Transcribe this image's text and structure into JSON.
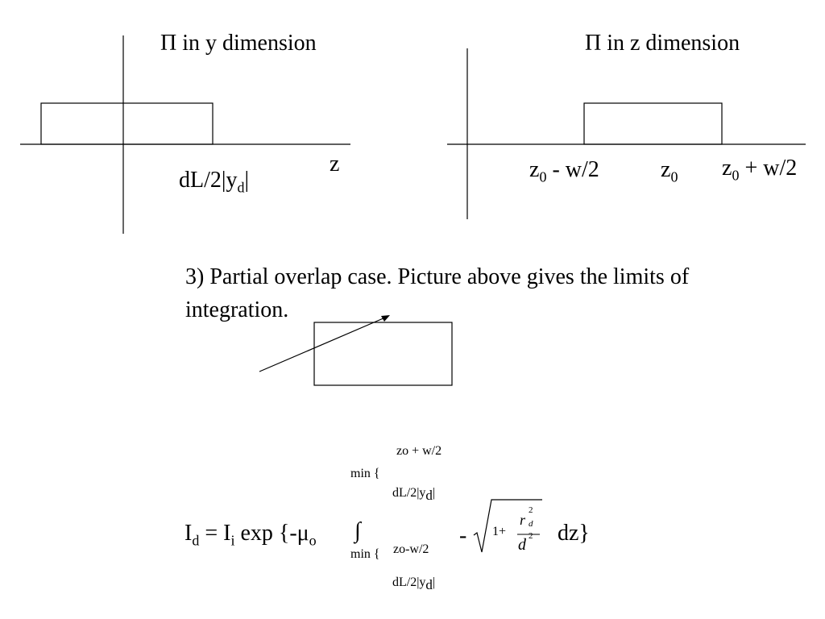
{
  "left_plot": {
    "title": "Π  in y dimension",
    "axis_label": "z",
    "width_label": "dL/2|y",
    "width_label_sub": "d",
    "width_label_end": "|"
  },
  "right_plot": {
    "title": "Π  in z dimension",
    "tick_left": "z",
    "tick_left_sub": "0",
    "tick_left_rest": " - w/2",
    "tick_mid": "z",
    "tick_mid_sub": "0",
    "tick_right": "z",
    "tick_right_sub": "0",
    "tick_right_rest": " + w/2"
  },
  "note": {
    "line1": "3)   Partial overlap case.  Picture above gives the limits of",
    "line2": "integration."
  },
  "equation": {
    "lhs": "I",
    "lhs_sub": "d",
    "eq_part1": " = I",
    "eq_i_sub": "i",
    "eq_part2": " exp {-μ",
    "eq_mu_sub": "o",
    "integral": "∫",
    "upper_min": "min {",
    "upper_a": "zo + w/2",
    "upper_b": "dL/2|y",
    "upper_b_sub": "d",
    "upper_b_end": "|",
    "lower_min": "min {",
    "lower_a": "zo-w/2",
    "lower_b": "dL/2|y",
    "lower_b_sub": "d",
    "lower_b_end": "|",
    "minus": "-",
    "sqrt_one": "1+",
    "frac_num": "r",
    "frac_num_sup": "2",
    "frac_num_sub": "d",
    "frac_den": "d",
    "frac_den_sup": "2",
    "dz": "dz}"
  }
}
